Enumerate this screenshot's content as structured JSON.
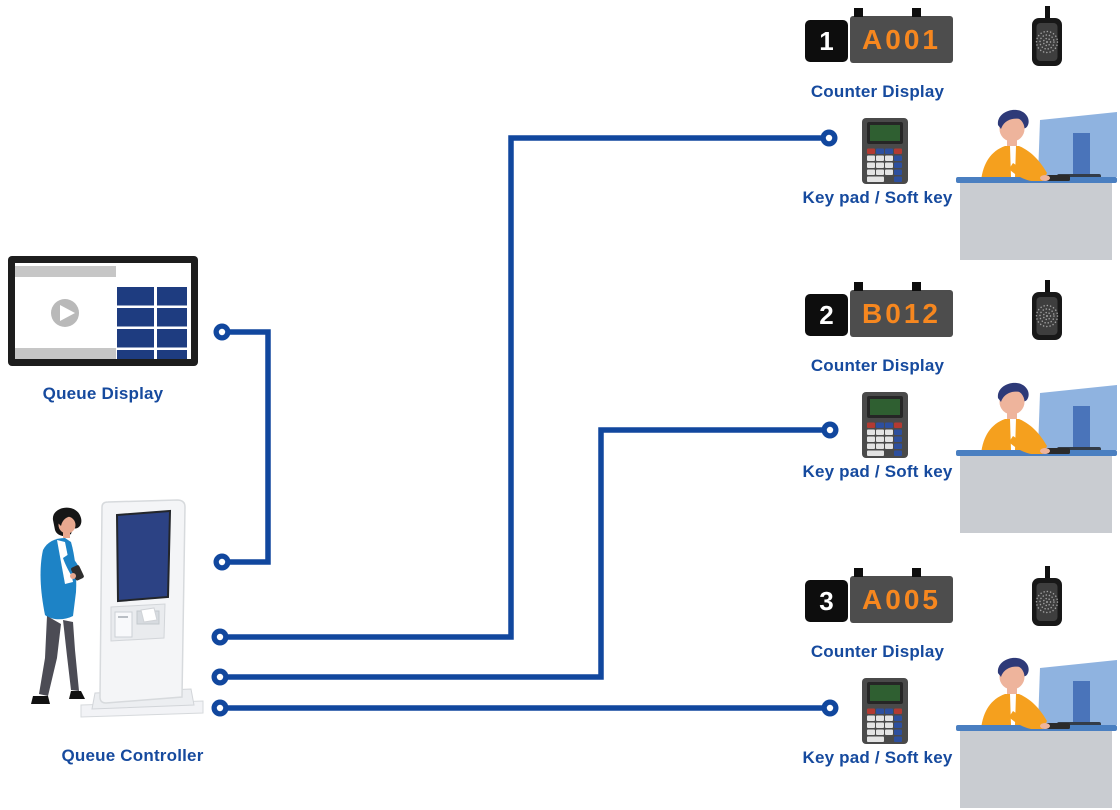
{
  "colors": {
    "wire_blue": "#11479e",
    "label_blue": "#164a9e",
    "code_orange": "#f6871f",
    "display_box_gray": "#4d4d4d",
    "number_tile_black": "#0d0d0d",
    "number_white": "#ffffff",
    "background": "#ffffff"
  },
  "queue_display": {
    "label": "Queue Display"
  },
  "queue_controller": {
    "label": "Queue Controller"
  },
  "counters": [
    {
      "number": "1",
      "code": "A001",
      "display_label": "Counter Display",
      "keypad_label": "Key pad / Soft key"
    },
    {
      "number": "2",
      "code": "B012",
      "display_label": "Counter Display",
      "keypad_label": "Key pad / Soft key"
    },
    {
      "number": "3",
      "code": "A005",
      "display_label": "Counter Display",
      "keypad_label": "Key pad / Soft key"
    }
  ],
  "icons": {
    "play": "play-icon",
    "speaker": "speaker-icon",
    "keypad": "keypad-icon"
  }
}
